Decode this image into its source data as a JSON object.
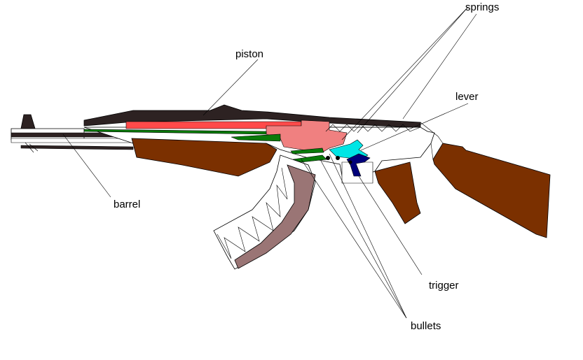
{
  "labels": {
    "springs": "springs",
    "piston": "piston",
    "lever": "lever",
    "barrel": "barrel",
    "trigger": "trigger",
    "bullets": "bullets"
  },
  "colors": {
    "outline": "#000000",
    "dark_metal": "#2d2222",
    "piston_red": "#ff4a4a",
    "piston_pink": "#f08080",
    "green": "#0a7a0a",
    "wood_brown": "#7b3000",
    "magazine_gray": "#9a7575",
    "cyan": "#00e5e5",
    "navy": "#00007a"
  },
  "icons": [
    "rifle-illustration"
  ]
}
